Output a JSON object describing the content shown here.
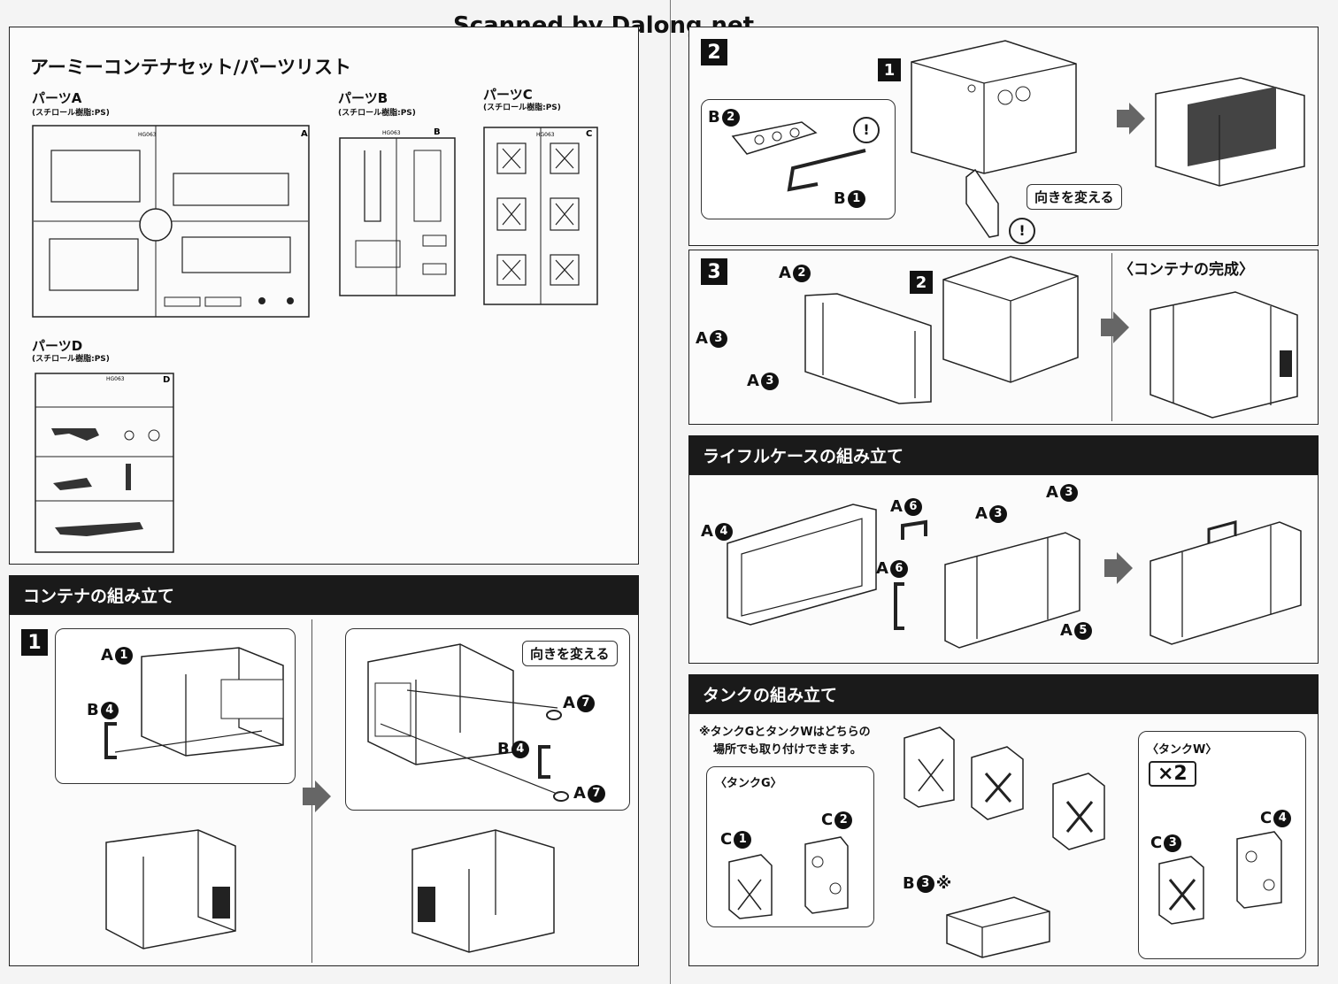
{
  "watermark": "Scanned by Dalong.net",
  "left": {
    "parts_title": "アーミーコンテナセット/パーツリスト",
    "parts": [
      {
        "name": "パーツA",
        "material": "(スチロール樹脂:PS)",
        "letter": "A",
        "code": "HG063"
      },
      {
        "name": "パーツB",
        "material": "(スチロール樹脂:PS)",
        "letter": "B",
        "code": "HG063"
      },
      {
        "name": "パーツC",
        "material": "(スチロール樹脂:PS)",
        "letter": "C",
        "code": "HG063"
      },
      {
        "name": "パーツD",
        "material": "(スチロール樹脂:PS)",
        "letter": "D",
        "code": "HG063"
      }
    ],
    "container_section": "コンテナの組み立て",
    "step1": "1",
    "step1_labels": {
      "a1_letter": "A",
      "a1_num": "1",
      "b4_letter": "B",
      "b4_num": "4",
      "a7_letter": "A",
      "a7_num": "7",
      "b4b_letter": "B",
      "b4b_num": "4",
      "a7b_letter": "A",
      "a7b_num": "7"
    },
    "turn_label": "向きを変える"
  },
  "right": {
    "step2": "2",
    "step2_inner": "1",
    "step2_labels": {
      "b2_letter": "B",
      "b2_num": "2",
      "b1_letter": "B",
      "b1_num": "1"
    },
    "warning": "!",
    "turn_label": "向きを変える",
    "step3": "3",
    "step3_inner": "2",
    "step3_labels": {
      "a2_letter": "A",
      "a2_num": "2",
      "a3_letter": "A",
      "a3_num": "3",
      "a3b_letter": "A",
      "a3b_num": "3"
    },
    "container_complete": "〈コンテナの完成〉",
    "rifle_section": "ライフルケースの組み立て",
    "rifle_labels": {
      "a4_letter": "A",
      "a4_num": "4",
      "a6_letter": "A",
      "a6_num": "6",
      "a6b_letter": "A",
      "a6b_num": "6",
      "a3_letter": "A",
      "a3_num": "3",
      "a3b_letter": "A",
      "a3b_num": "3",
      "a5_letter": "A",
      "a5_num": "5"
    },
    "tank_section": "タンクの組み立て",
    "tank_note_line1": "※タンクGとタンクWはどちらの",
    "tank_note_line2": "場所でも取り付けできます。",
    "tank_g": "〈タンクG〉",
    "tank_w": "〈タンクW〉",
    "times_two": "×2",
    "tank_labels": {
      "c1_letter": "C",
      "c1_num": "1",
      "c2_letter": "C",
      "c2_num": "2",
      "c3_letter": "C",
      "c3_num": "3",
      "c4_letter": "C",
      "c4_num": "4",
      "b3_letter": "B",
      "b3_num": "3",
      "b3_mark": "※"
    }
  }
}
